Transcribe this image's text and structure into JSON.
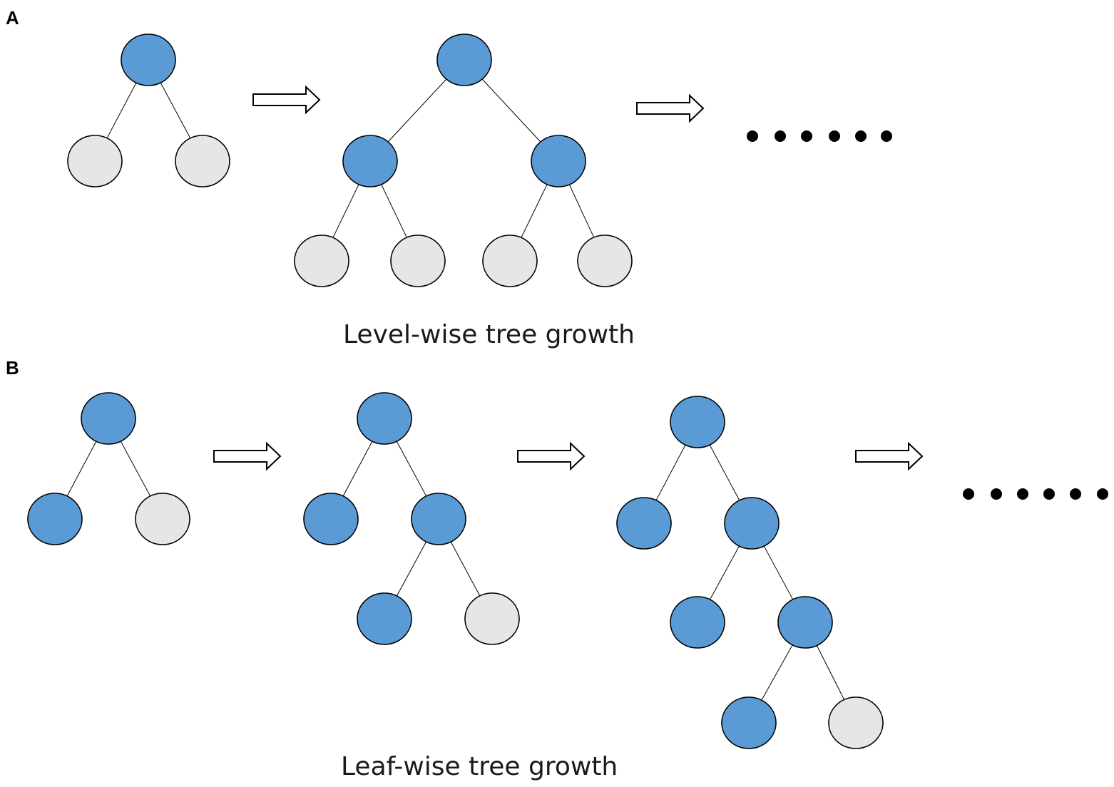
{
  "colors": {
    "split_node": "#5B9BD5",
    "leaf_node": "#E6E6E6",
    "stroke": "#000000"
  },
  "panels": [
    {
      "label": "A",
      "caption": "Level-wise tree growth",
      "trees": [
        {
          "nodes": [
            {
              "id": "r",
              "type": "split"
            },
            {
              "id": "l",
              "type": "leaf"
            },
            {
              "id": "rt",
              "type": "leaf"
            }
          ],
          "edges": [
            [
              "r",
              "l"
            ],
            [
              "r",
              "rt"
            ]
          ]
        },
        {
          "nodes": [
            {
              "id": "r",
              "type": "split"
            },
            {
              "id": "a",
              "type": "split"
            },
            {
              "id": "b",
              "type": "split"
            },
            {
              "id": "a1",
              "type": "leaf"
            },
            {
              "id": "a2",
              "type": "leaf"
            },
            {
              "id": "b1",
              "type": "leaf"
            },
            {
              "id": "b2",
              "type": "leaf"
            }
          ],
          "edges": [
            [
              "r",
              "a"
            ],
            [
              "r",
              "b"
            ],
            [
              "a",
              "a1"
            ],
            [
              "a",
              "a2"
            ],
            [
              "b",
              "b1"
            ],
            [
              "b",
              "b2"
            ]
          ]
        }
      ],
      "continuation": "ellipsis"
    },
    {
      "label": "B",
      "caption": "Leaf-wise tree growth",
      "trees": [
        {
          "nodes": [
            {
              "id": "r",
              "type": "split"
            },
            {
              "id": "l",
              "type": "split"
            },
            {
              "id": "rt",
              "type": "leaf"
            }
          ],
          "edges": [
            [
              "r",
              "l"
            ],
            [
              "r",
              "rt"
            ]
          ]
        },
        {
          "nodes": [
            {
              "id": "r",
              "type": "split"
            },
            {
              "id": "l",
              "type": "split"
            },
            {
              "id": "rt",
              "type": "split"
            },
            {
              "id": "rl",
              "type": "split"
            },
            {
              "id": "rr",
              "type": "leaf"
            }
          ],
          "edges": [
            [
              "r",
              "l"
            ],
            [
              "r",
              "rt"
            ],
            [
              "rt",
              "rl"
            ],
            [
              "rt",
              "rr"
            ]
          ]
        },
        {
          "nodes": [
            {
              "id": "r",
              "type": "split"
            },
            {
              "id": "l",
              "type": "split"
            },
            {
              "id": "rt",
              "type": "split"
            },
            {
              "id": "rl",
              "type": "split"
            },
            {
              "id": "rr",
              "type": "split"
            },
            {
              "id": "rrl",
              "type": "split"
            },
            {
              "id": "rrr",
              "type": "leaf"
            }
          ],
          "edges": [
            [
              "r",
              "l"
            ],
            [
              "r",
              "rt"
            ],
            [
              "rt",
              "rl"
            ],
            [
              "rt",
              "rr"
            ],
            [
              "rr",
              "rrl"
            ],
            [
              "rr",
              "rrr"
            ]
          ]
        }
      ],
      "continuation": "ellipsis"
    }
  ]
}
